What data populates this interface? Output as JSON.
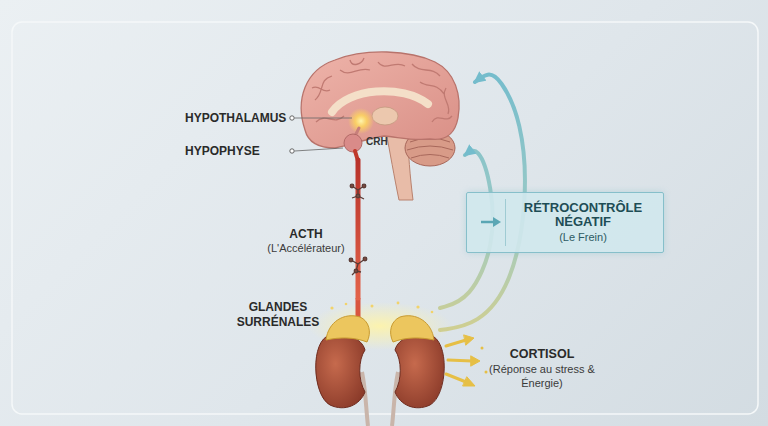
{
  "diagram": {
    "nodes": [
      {
        "text": [
          "HYPOTHALAMUS"
        ]
      },
      {
        "text": [
          "HYPOPHYSE"
        ]
      },
      {
        "text": [
          "GLANDES SURRÉNALES"
        ]
      },
      {
        "text": [
          "RÉTROCONTRÔLE NÉGATIF",
          "(Le Frein)"
        ]
      }
    ],
    "edges": [
      {
        "from": 1,
        "to": 2,
        "arrow": "none"
      },
      {
        "from": 2,
        "to": 1,
        "arrow": "to"
      },
      {
        "from": 2,
        "to": 0,
        "arrow": "to"
      }
    ],
    "labels": [
      "CRH",
      "ACTH",
      "(L'Accélérateur)",
      "CORTISOL",
      "(Réponse au stress & Énergie)"
    ]
  }
}
